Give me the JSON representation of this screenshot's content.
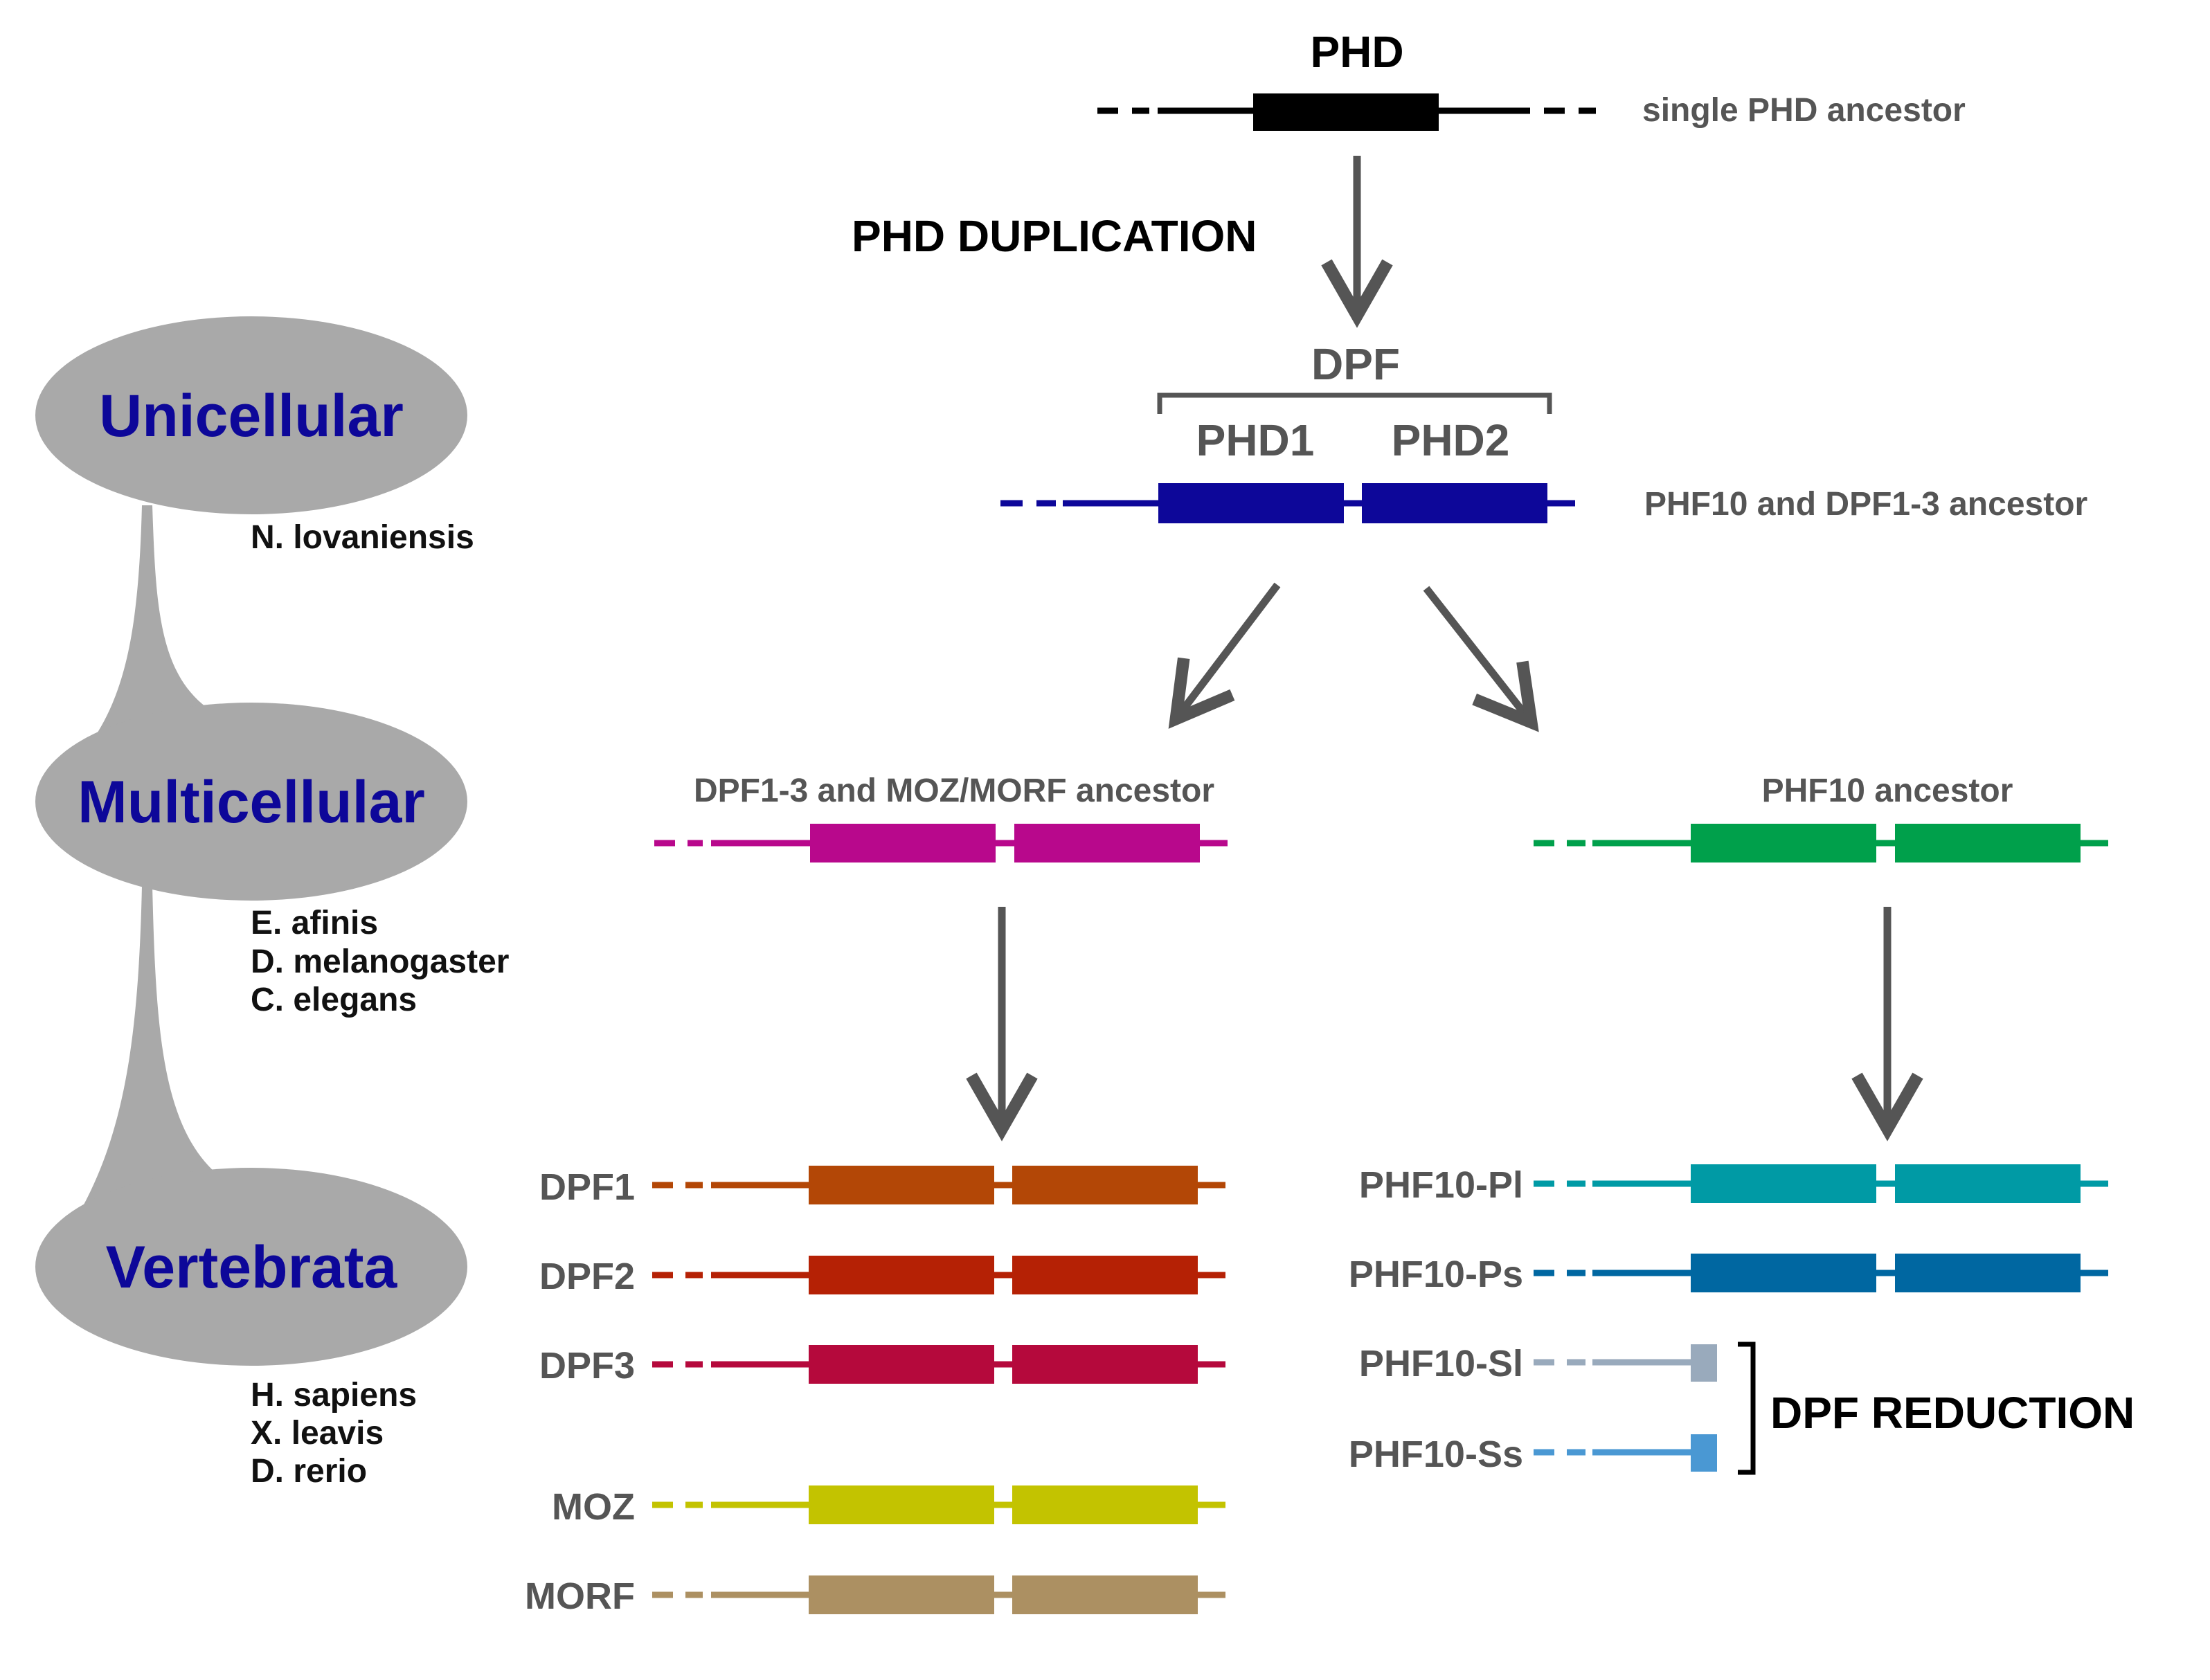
{
  "top": {
    "title": "PHD",
    "caption": "single PHD ancestor",
    "color": "#000000"
  },
  "step1": {
    "label": "PHD DUPLICATION"
  },
  "dpf_ancestor": {
    "bracket_label": "DPF",
    "phd1": "PHD1",
    "phd2": "PHD2",
    "caption": "PHF10 and DPF1-3 ancestor",
    "color": "#0d0799"
  },
  "left_ancestor": {
    "caption": "DPF1-3 and MOZ/MORF ancestor",
    "color": "#b8088c"
  },
  "right_ancestor": {
    "caption": "PHF10 ancestor",
    "color": "#00a04b"
  },
  "dpf_genes": [
    {
      "name": "DPF1",
      "color": "#b34706"
    },
    {
      "name": "DPF2",
      "color": "#b52105"
    },
    {
      "name": "DPF3",
      "color": "#b5093c"
    },
    {
      "name": "MOZ",
      "color": "#c3c300"
    },
    {
      "name": "MORF",
      "color": "#ac9062"
    }
  ],
  "phf10_genes": [
    {
      "name": "PHF10-Pl",
      "color": "#009aa5"
    },
    {
      "name": "PHF10-Ps",
      "color": "#0067a1"
    },
    {
      "name": "PHF10-Sl",
      "color": "#99aabc"
    },
    {
      "name": "PHF10-Ss",
      "color": "#4a98d3"
    }
  ],
  "reduction_label": "DPF REDUCTION",
  "clades": [
    {
      "name": "Unicellular",
      "species": [
        "N. lovaniensis"
      ]
    },
    {
      "name": "Multicellular",
      "species": [
        "E. afinis",
        "D. melanogaster",
        "C. elegans"
      ]
    },
    {
      "name": "Vertebrata",
      "species": [
        "H. sapiens",
        "X. leavis",
        "D. rerio"
      ]
    }
  ],
  "colors": {
    "arrow": "#555555",
    "gray_text": "#555555",
    "clade_fill": "#a9a9a9",
    "clade_text": "#0d0799",
    "species_text": "#111111"
  }
}
